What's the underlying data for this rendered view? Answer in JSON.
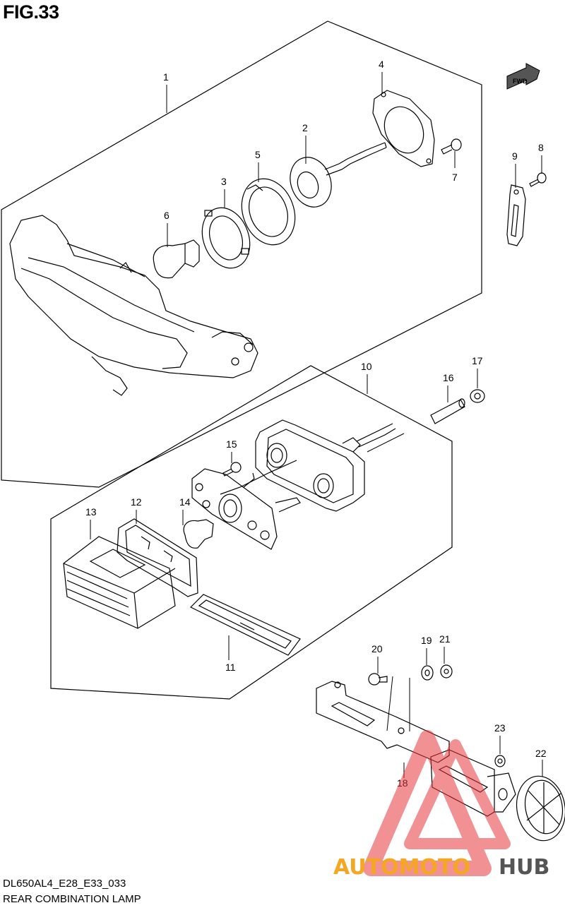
{
  "figure": {
    "title": "FIG.33"
  },
  "direction_badge": "FWD",
  "callouts": [
    "1",
    "2",
    "3",
    "4",
    "5",
    "6",
    "7",
    "8",
    "9",
    "10",
    "11",
    "12",
    "13",
    "14",
    "15",
    "16",
    "17",
    "18",
    "19",
    "20",
    "21",
    "22",
    "23"
  ],
  "footer": {
    "code": "DL650AL4_E28_E33_033",
    "name": "REAR COMBINATION LAMP"
  },
  "watermark": {
    "part1": "AUTOMOTO",
    "part2": "HUB"
  },
  "colors": {
    "line": "#000000",
    "watermark_orange": "#f5a623",
    "watermark_red": "#e8383d",
    "watermark_gray": "#555555"
  }
}
